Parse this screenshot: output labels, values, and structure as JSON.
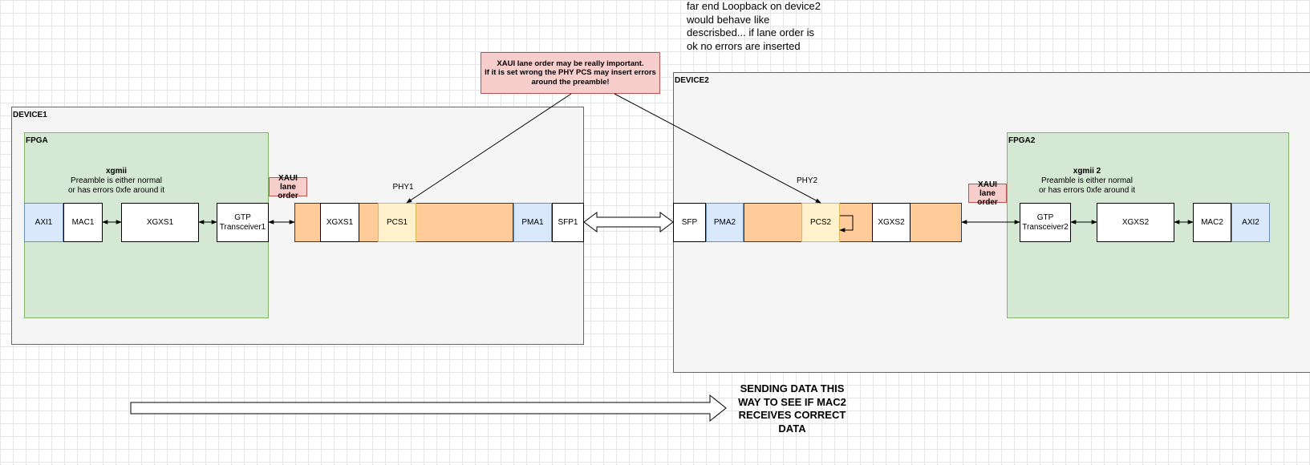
{
  "top_note": [
    "far end Loopback on device2",
    "would behave like",
    "descrisbed... if lane order is",
    "ok no errors are inserted"
  ],
  "warning_note": [
    "XAUI lane order may be really important.",
    "If it is set wrong the PHY PCS may insert errors",
    "around the preamble!"
  ],
  "device1": {
    "title": "DEVICE1",
    "fpga_title": "FPGA",
    "xgmii_title": "xgmii",
    "xgmii_desc": [
      "Preamble is either normal",
      "or has errors 0xfe around it"
    ],
    "axi": "AXI1",
    "mac": "MAC1",
    "xgxs": "XGXS1",
    "gtp": [
      "GTP",
      "Transceiver1"
    ],
    "xaui_tag": [
      "XAUI lane",
      "order"
    ],
    "phy_label": "PHY1",
    "phy_xgxs": "XGXS1",
    "pcs": "PCS1",
    "pma": "PMA1",
    "sfp": "SFP1"
  },
  "device2": {
    "title": "DEVICE2",
    "fpga_title": "FPGA2",
    "xgmii_title": "xgmii 2",
    "xgmii_desc": [
      "Preamble is either normal",
      "or has errors 0xfe around it"
    ],
    "sfp": "SFP",
    "pma": "PMA2",
    "pcs": "PCS2",
    "phy_xgxs": "XGXS2",
    "phy_label": "PHY2",
    "xaui_tag": [
      "XAUI lane",
      "order"
    ],
    "gtp": [
      "GTP",
      "Transceiver2"
    ],
    "xgxs": "XGXS2",
    "mac": "MAC2",
    "axi": "AXI2"
  },
  "sending_note": [
    "SENDING DATA THIS",
    "WAY TO SEE IF MAC2",
    "RECEIVES CORRECT",
    "DATA"
  ]
}
